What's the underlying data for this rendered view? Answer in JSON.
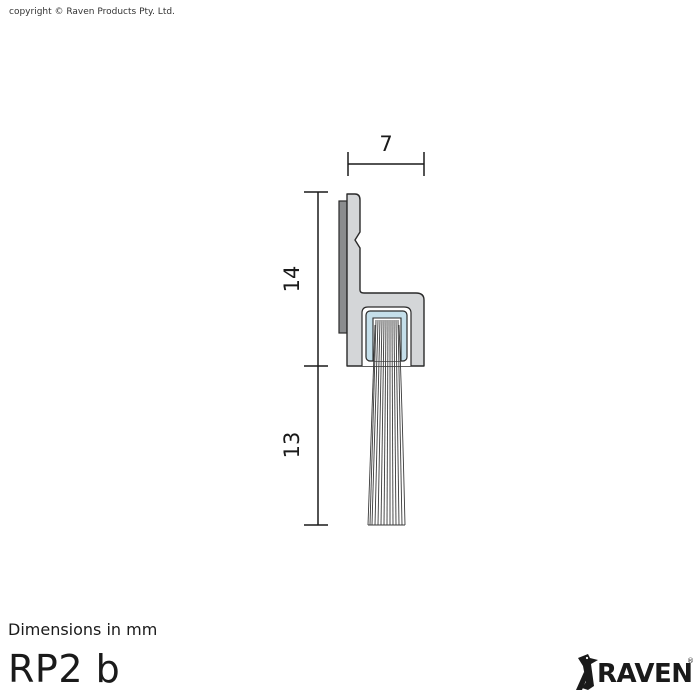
{
  "copyright": "copyright © Raven Products Pty. Ltd.",
  "dimensions": {
    "width": "7",
    "holder_height": "14",
    "brush_height": "13"
  },
  "caption": "Dimensions in mm",
  "product_code": "RP2 b",
  "brand": {
    "word": "RAVEN",
    "registered": "®"
  },
  "colors": {
    "aluminium": "#d4d6d8",
    "insert": "#c5dfea",
    "seal_strip": "#8a8c8e",
    "outline": "#2a2a2a"
  }
}
